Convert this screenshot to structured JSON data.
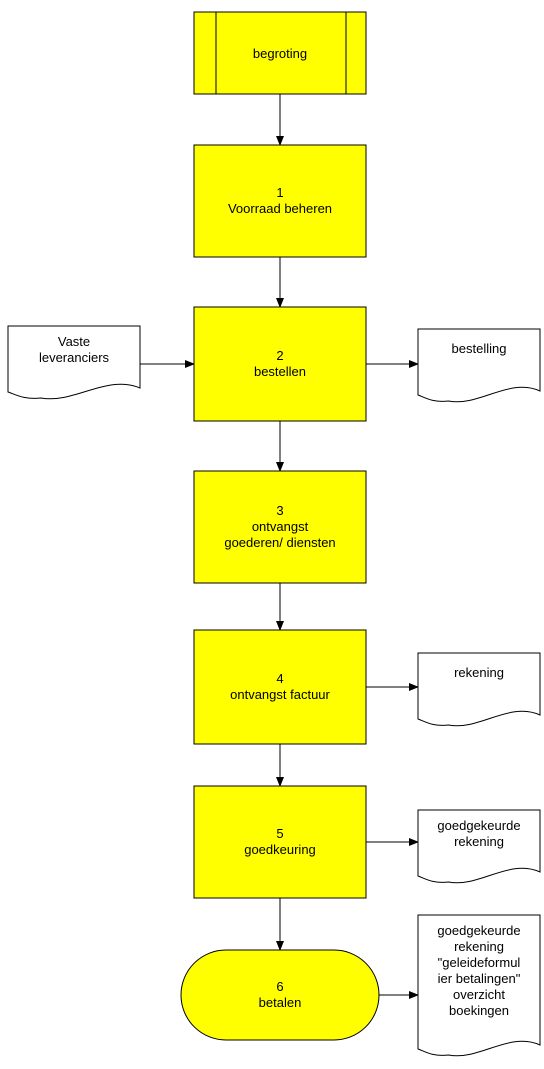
{
  "colors": {
    "process_fill": "#ffff00",
    "document_fill": "#ffffff",
    "stroke": "#000000",
    "connector": "#000000"
  },
  "nodes": [
    {
      "id": "begroting",
      "kind": "predefined-process",
      "lines": [
        "begroting"
      ]
    },
    {
      "id": "p1",
      "kind": "process",
      "lines": [
        "1",
        "Voorraad beheren"
      ]
    },
    {
      "id": "p2",
      "kind": "process",
      "lines": [
        "2",
        "bestellen"
      ]
    },
    {
      "id": "p3",
      "kind": "process",
      "lines": [
        "3",
        "ontvangst",
        "goederen/ diensten"
      ]
    },
    {
      "id": "p4",
      "kind": "process",
      "lines": [
        "4",
        "ontvangst factuur"
      ]
    },
    {
      "id": "p5",
      "kind": "process",
      "lines": [
        "5",
        "goedkeuring"
      ]
    },
    {
      "id": "p6",
      "kind": "terminator",
      "lines": [
        "6",
        "betalen"
      ]
    },
    {
      "id": "d_vaste",
      "kind": "document",
      "lines": [
        "Vaste",
        "leveranciers"
      ]
    },
    {
      "id": "d_bestelling",
      "kind": "document",
      "lines": [
        "bestelling"
      ]
    },
    {
      "id": "d_rekening",
      "kind": "document",
      "lines": [
        "rekening"
      ]
    },
    {
      "id": "d_goedgekeurd",
      "kind": "document",
      "lines": [
        "goedgekeurde",
        "rekening"
      ]
    },
    {
      "id": "d_final",
      "kind": "document",
      "lines": [
        "goedgekeurde",
        "rekening",
        "\"geleideformul",
        "ier betalingen\"",
        "overzicht",
        "boekingen"
      ]
    }
  ],
  "edges": [
    {
      "from": "begroting",
      "to": "p1"
    },
    {
      "from": "p1",
      "to": "p2"
    },
    {
      "from": "d_vaste",
      "to": "p2"
    },
    {
      "from": "p2",
      "to": "d_bestelling"
    },
    {
      "from": "p2",
      "to": "p3"
    },
    {
      "from": "p3",
      "to": "p4"
    },
    {
      "from": "p4",
      "to": "d_rekening"
    },
    {
      "from": "p4",
      "to": "p5"
    },
    {
      "from": "p5",
      "to": "d_goedgekeurd"
    },
    {
      "from": "p5",
      "to": "p6"
    },
    {
      "from": "p6",
      "to": "d_final"
    }
  ]
}
